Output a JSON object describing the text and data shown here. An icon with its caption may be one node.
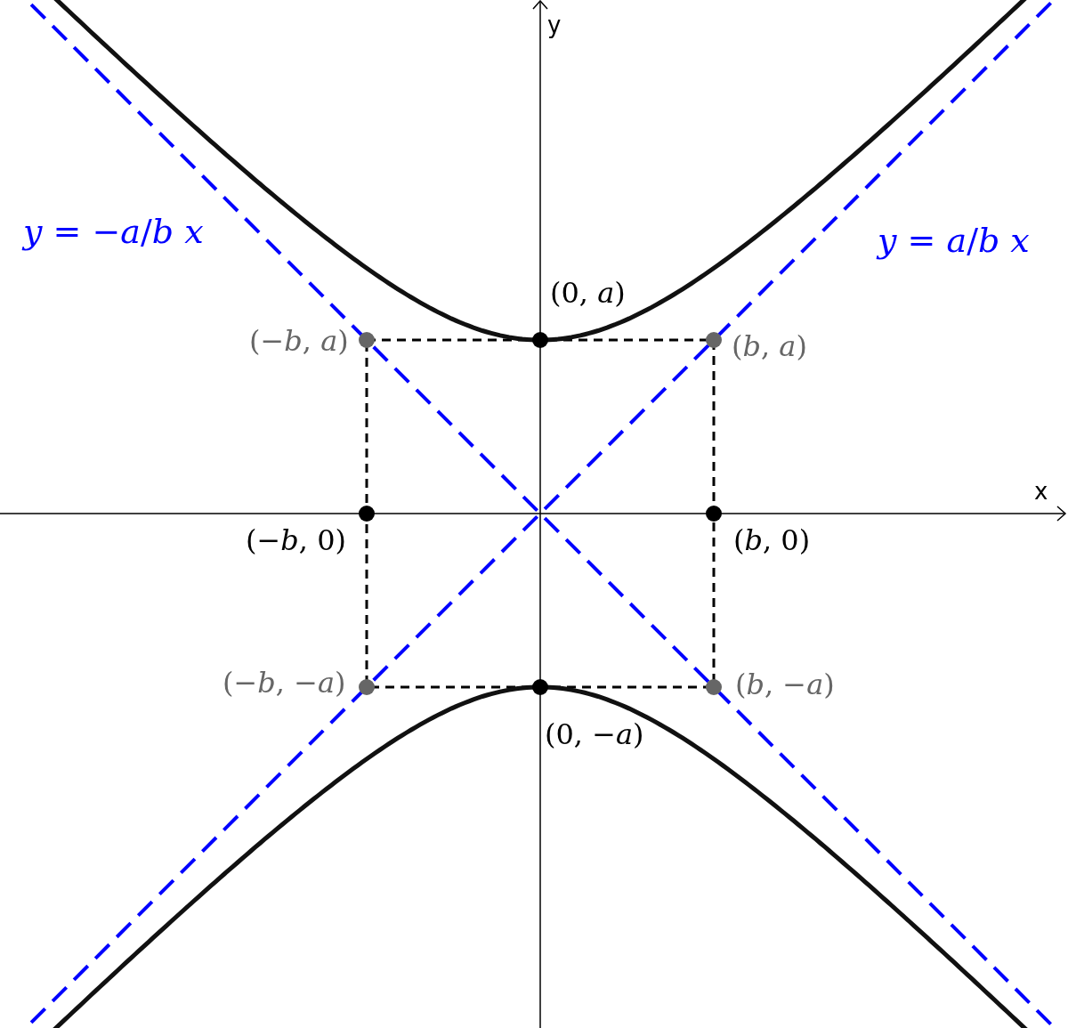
{
  "diagram": {
    "labels": [
      "y",
      "y = −a/b x",
      "y = a/b x",
      "(0, a)",
      "(−b, a)",
      "(b, a)",
      "x",
      "(−b, 0)",
      "(b, 0)",
      "(−b, −a)",
      "(b, −a)",
      "(0, −a)"
    ]
  }
}
